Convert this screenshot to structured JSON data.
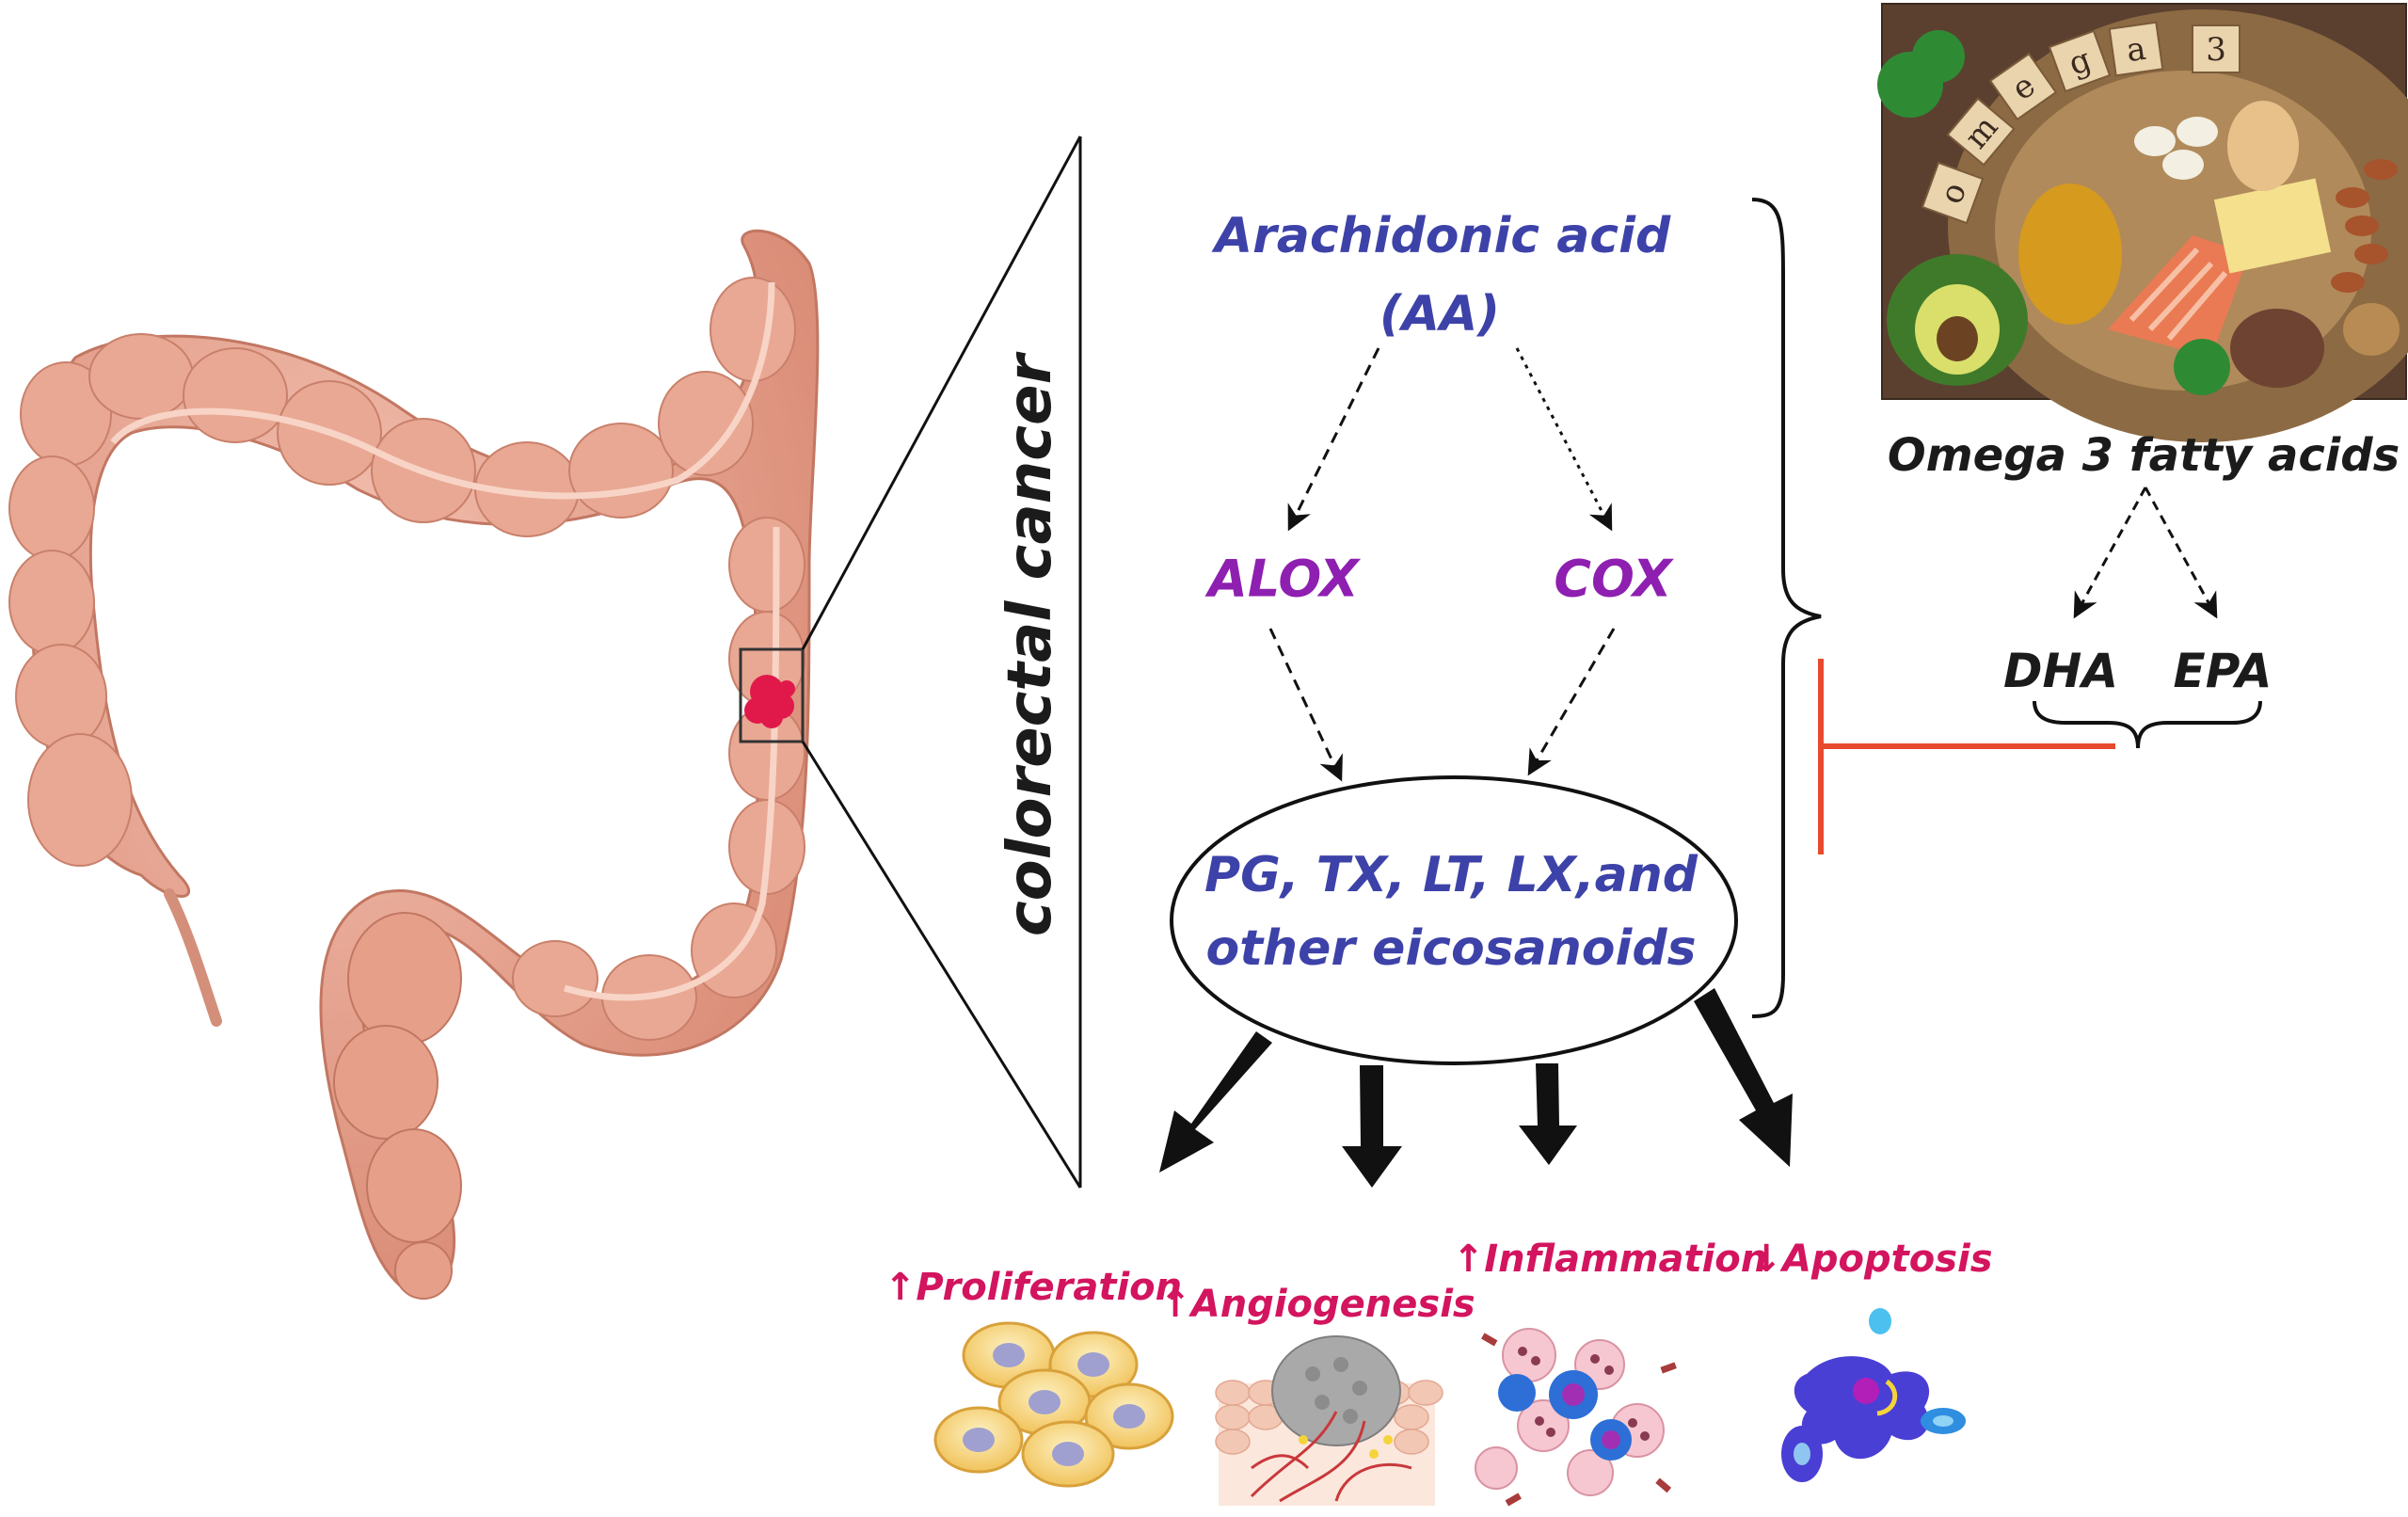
{
  "diagram": {
    "cancer_label": "colorectal cancer",
    "aa_line1": "Arachidonic acid",
    "aa_line2": "(AA)",
    "alox": "ALOX",
    "cox": "COX",
    "ellipse_line1": "PG, TX, LT, LX,and",
    "ellipse_line2": "other eicosanoids",
    "omega_title": "Omega 3 fatty acids",
    "dha": "DHA",
    "epa": "EPA",
    "outcomes": [
      {
        "arrow": "↑",
        "label": "Proliferation"
      },
      {
        "arrow": "↑",
        "label": "Angiogenesis"
      },
      {
        "arrow": "↑",
        "label": "Inflammation"
      },
      {
        "arrow": "↓",
        "label": "Apoptosis"
      }
    ],
    "photo_tiles": [
      "o",
      "m",
      "e",
      "g",
      "a",
      "3"
    ]
  },
  "colors": {
    "text_blue": "#3d42a8",
    "enzyme_purple": "#8e1fb0",
    "outcome_magenta": "#d3145e",
    "inhibition_red": "#e84a2e",
    "colon_pink": "#e4a08c"
  }
}
